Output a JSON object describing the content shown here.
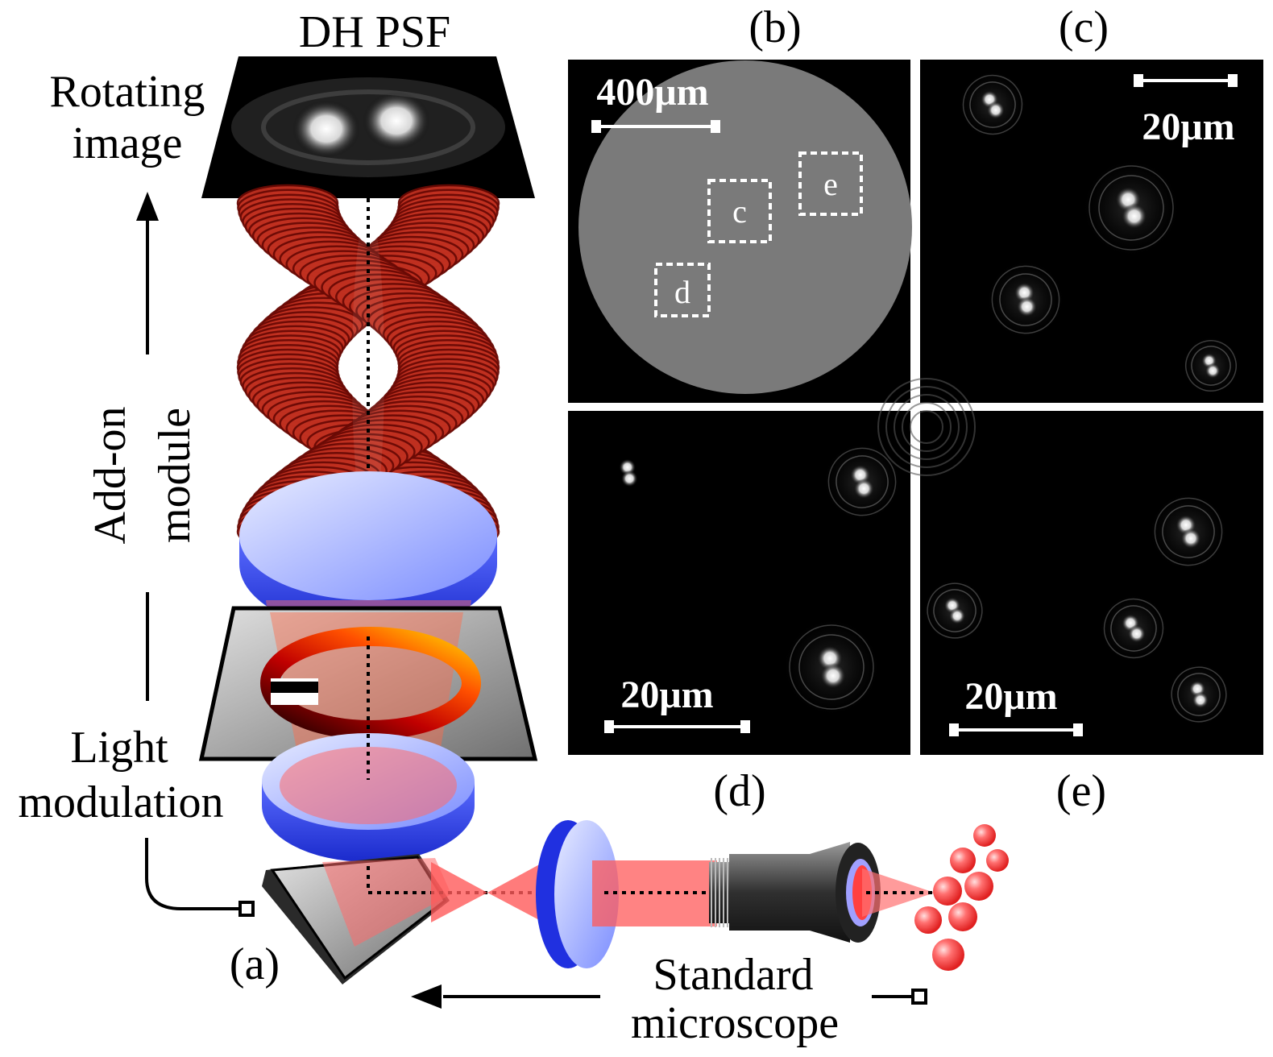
{
  "left_panel": {
    "top_title": "DH PSF",
    "rotating_image_line1": "Rotating",
    "rotating_image_line2": "image",
    "addon_line1": "Add-on",
    "addon_line2": "module",
    "light_mod_line1": "Light",
    "light_mod_line2": "modulation",
    "panel_label": "(a)",
    "standard_line1": "Standard",
    "standard_line2": "microscope"
  },
  "panels": {
    "b": {
      "label": "(b)",
      "scale": "400μm",
      "boxes": [
        "c",
        "d",
        "e"
      ]
    },
    "c": {
      "label": "(c)",
      "scale": "20μm"
    },
    "d": {
      "label": "(d)",
      "scale": "20μm"
    },
    "e": {
      "label": "(e)",
      "scale": "20μm"
    }
  },
  "colors": {
    "beam_red": "#b01a10",
    "lens_blue": "#3a4cff",
    "laser_red": "#ff5050",
    "background_dark": "#000000"
  }
}
